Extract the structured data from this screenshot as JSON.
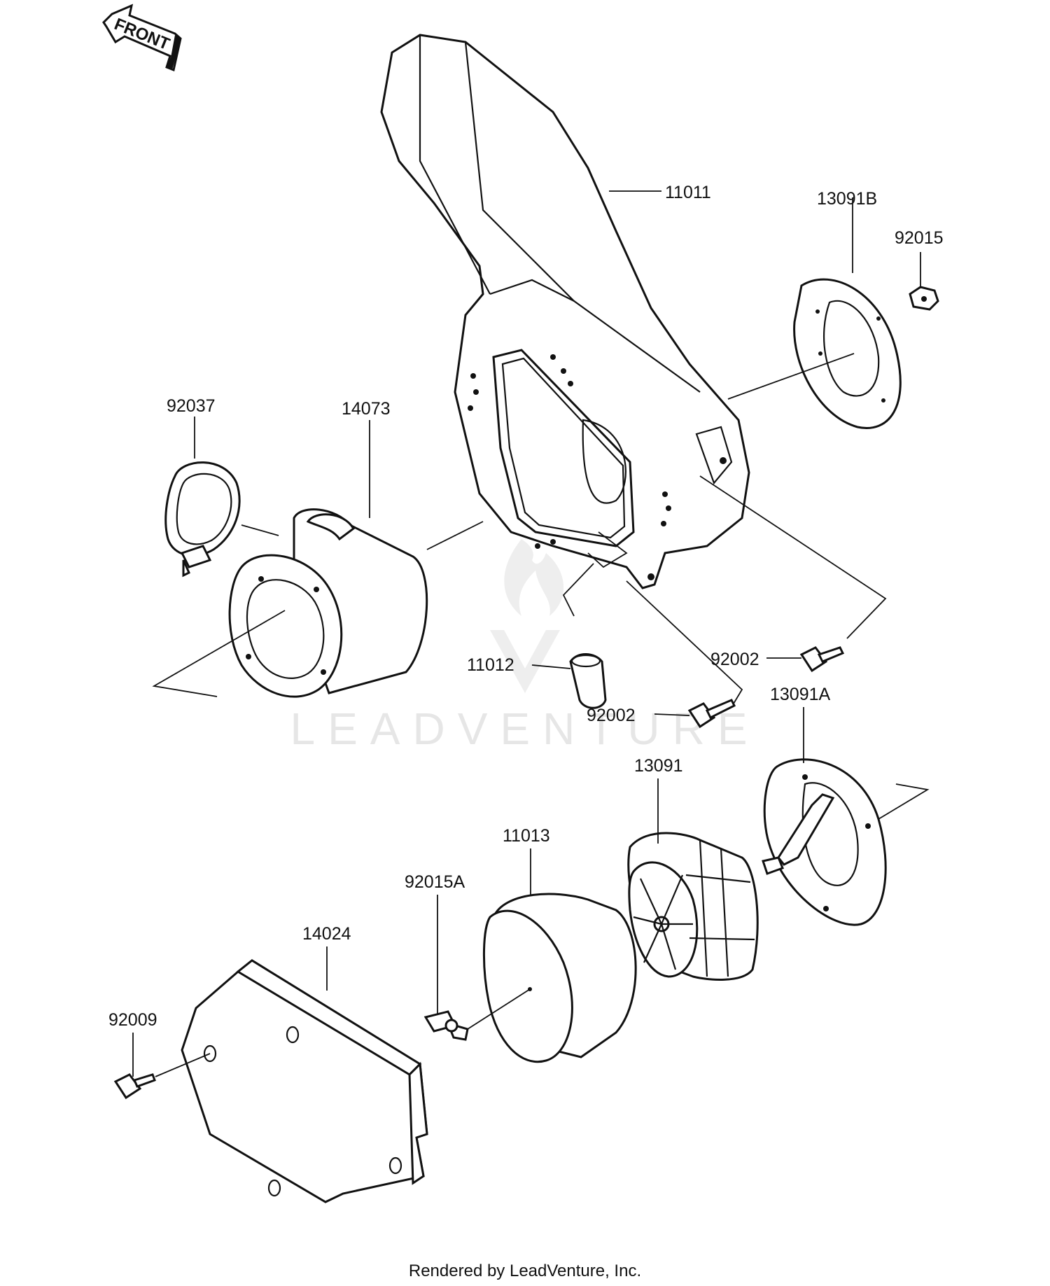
{
  "front_label": "FRONT",
  "watermark": "LEADVENTURE",
  "footer": "Rendered by LeadVenture, Inc.",
  "callouts": [
    {
      "id": "p11011",
      "text": "11011"
    },
    {
      "id": "p13091b",
      "text": "13091B"
    },
    {
      "id": "p92015",
      "text": "92015"
    },
    {
      "id": "p92037",
      "text": "92037"
    },
    {
      "id": "p14073",
      "text": "14073"
    },
    {
      "id": "p92002a",
      "text": "92002"
    },
    {
      "id": "p11012",
      "text": "11012"
    },
    {
      "id": "p92002b",
      "text": "92002"
    },
    {
      "id": "p13091a",
      "text": "13091A"
    },
    {
      "id": "p13091",
      "text": "13091"
    },
    {
      "id": "p11013",
      "text": "11013"
    },
    {
      "id": "p92015a",
      "text": "92015A"
    },
    {
      "id": "p14024",
      "text": "14024"
    },
    {
      "id": "p92009",
      "text": "92009"
    }
  ],
  "colors": {
    "ink": "#111111",
    "paper": "#ffffff",
    "watermark": "#e6e6e6"
  }
}
